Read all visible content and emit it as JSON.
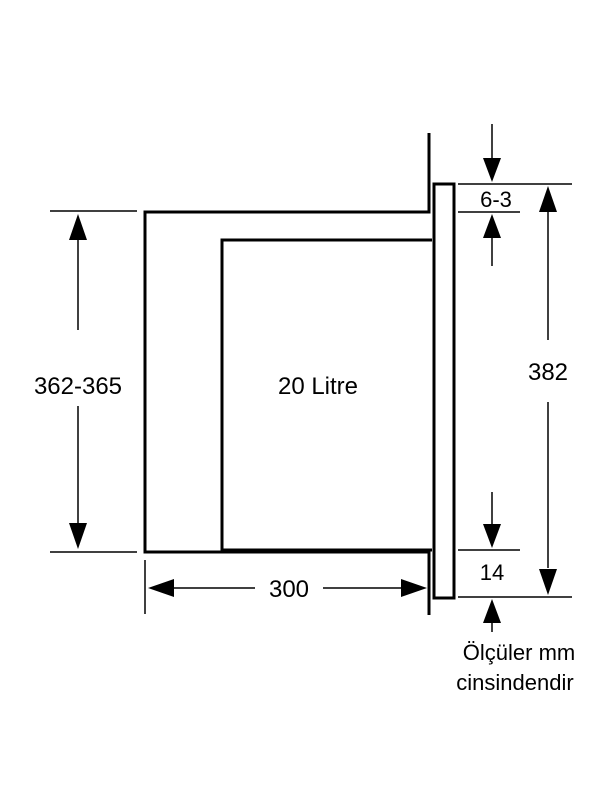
{
  "diagram": {
    "volume_label": "20 Litre",
    "height_label": "362-365",
    "total_height_label": "382",
    "gap_top_label": "6-3",
    "depth_label": "300",
    "bottom_offset_label": "14",
    "units_note_line1": "Ölçüler mm",
    "units_note_line2": "cinsindendir"
  }
}
